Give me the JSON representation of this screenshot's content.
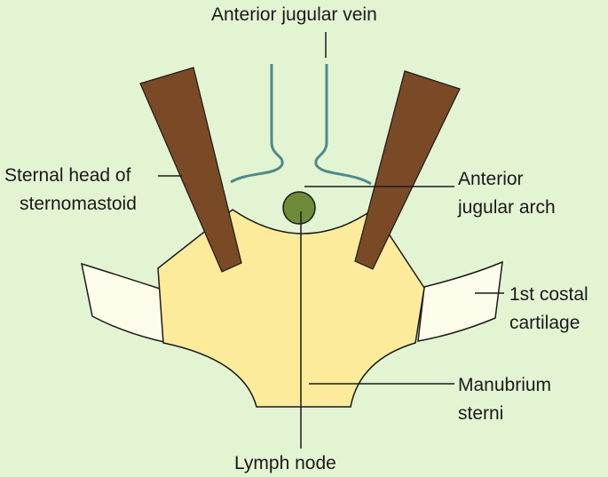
{
  "labels": {
    "anterior_jugular_vein": "Anterior jugular vein",
    "sternal_head_line1": "Sternal head of",
    "sternal_head_line2": "sternomastoid",
    "anterior_jugular_arch_line1": "Anterior",
    "anterior_jugular_arch_line2": "jugular arch",
    "first_costal_line1": "1st costal",
    "first_costal_line2": "cartilage",
    "manubrium_line1": "Manubrium",
    "manubrium_line2": "sterni",
    "lymph_node": "Lymph node"
  },
  "colors": {
    "background": "#e3f4d3",
    "manubrium": "#fdeb9c",
    "costal_cartilage": "#fdfbe9",
    "muscle": "#7a4a26",
    "vein": "#4d8a8e",
    "lymph_node": "#6e8b3a"
  }
}
